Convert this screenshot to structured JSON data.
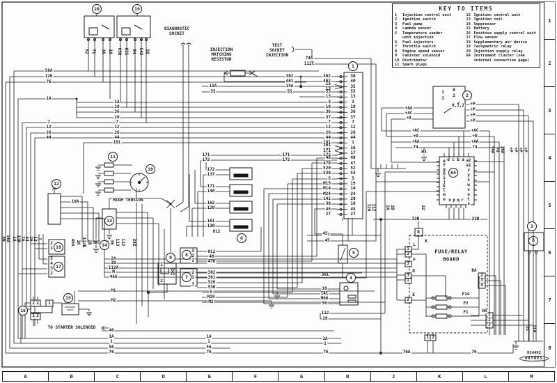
{
  "key_box": {
    "title": "KEY TO ITEMS",
    "col1": [
      {
        "n": "1",
        "t": "Injection control unit"
      },
      {
        "n": "2",
        "t": "Ignition switch"
      },
      {
        "n": "3",
        "t": "Fuel pump"
      },
      {
        "n": "4",
        "t": "Lambda sensor"
      },
      {
        "n": "5",
        "t": "Temperature sender\nunit injection"
      },
      {
        "n": "6",
        "t": "Fuel injectors"
      },
      {
        "n": "7",
        "t": "Throttle switch"
      },
      {
        "n": "8",
        "t": "Engine speed sensor"
      },
      {
        "n": "9",
        "t": "Canister solenoid"
      },
      {
        "n": "10",
        "t": "Distributor"
      },
      {
        "n": "11",
        "t": "Spark plugs"
      }
    ],
    "col2": [
      {
        "n": "12",
        "t": "Ignition control unit"
      },
      {
        "n": "13",
        "t": "Ignition coil"
      },
      {
        "n": "14",
        "t": "Suppressor"
      },
      {
        "n": "15",
        "t": "Battery"
      },
      {
        "n": "16",
        "t": "Positive supply control unit"
      },
      {
        "n": "17",
        "t": "Flow sensor"
      },
      {
        "n": "18",
        "t": "Supplementary air device"
      },
      {
        "n": "19",
        "t": "Tachymetric relay"
      },
      {
        "n": "20",
        "t": "Injection supply relay"
      },
      {
        "n": "64",
        "t": "Instrument cluster (see\ninternal connection page)"
      }
    ]
  },
  "grid": {
    "columns": [
      "A",
      "B",
      "C",
      "D",
      "E",
      "F",
      "G",
      "H",
      "J",
      "K",
      "L",
      "M"
    ],
    "rows": [
      "1",
      "2",
      "3",
      "4",
      "5",
      "6",
      "7",
      "8"
    ]
  },
  "stamp": {
    "code": "H24492",
    "brand": "HAYNES"
  },
  "ecu": {
    "rows": [
      {
        "w": [
          "302"
        ],
        "p": "30"
      },
      {
        "w": [
          "401"
        ],
        "p": "40"
      },
      {
        "w": [
          "15",
          "13"
        ],
        "p": "35"
      },
      {
        "w": [
          "55"
        ],
        "p": "55"
      },
      {
        "w": [
          "13"
        ],
        "p": "13"
      },
      {
        "w": [
          "3"
        ],
        "p": "3"
      },
      {
        "w": [
          "18"
        ],
        "p": "18"
      },
      {
        "w": [
          "36"
        ],
        "p": "36"
      },
      {
        "w": [
          "37"
        ],
        "p": "37"
      },
      {
        "w": [
          "7"
        ],
        "p": "7"
      },
      {
        "w": [
          "12"
        ],
        "p": "12"
      },
      {
        "w": [
          "26"
        ],
        "p": "26"
      },
      {
        "w": [
          "44"
        ],
        "p": "44"
      },
      {
        "w": [
          "181"
        ],
        "p": "1"
      },
      {
        "w": [
          "161",
          "162"
        ],
        "p": "16"
      },
      {
        "w": [
          "171",
          "172"
        ],
        "p": "17"
      },
      {
        "w": [
          "48"
        ],
        "p": "48"
      },
      {
        "w": [
          "470"
        ],
        "p": "47"
      },
      {
        "w": [
          "520"
        ],
        "p": "52"
      },
      {
        "w": [
          "530"
        ],
        "p": "53"
      },
      {
        "w": [
          "5"
        ],
        "p": "5"
      },
      {
        "w": [
          "M19"
        ],
        "p": "19"
      },
      {
        "w": [
          "M14"
        ],
        "p": "14"
      },
      {
        "w": [
          "M24"
        ],
        "p": "24"
      },
      {
        "w": [
          "141"
        ],
        "p": "20"
      },
      {
        "w": [
          "38"
        ],
        "p": "10"
      },
      {
        "w": [
          "45"
        ],
        "p": "45"
      },
      {
        "w": [
          "27"
        ],
        "p": "27"
      }
    ]
  },
  "circles": [
    [
      "20",
      139,
      13
    ],
    [
      "19",
      197,
      13
    ],
    [
      "1",
      507,
      95
    ],
    [
      "2",
      671,
      137
    ],
    [
      "3",
      764,
      325
    ],
    [
      "64",
      651,
      248
    ],
    [
      "11",
      162,
      225
    ],
    [
      "10",
      216,
      243
    ],
    [
      "12",
      81,
      264
    ],
    [
      "13",
      157,
      317
    ],
    [
      "14",
      150,
      352
    ],
    [
      "18",
      84,
      355
    ],
    [
      "17",
      84,
      383
    ],
    [
      "16",
      33,
      446
    ],
    [
      "15",
      98,
      428
    ],
    [
      "9",
      245,
      370
    ],
    [
      "8",
      268,
      366
    ],
    [
      "7",
      268,
      398
    ],
    [
      "6",
      347,
      342
    ],
    [
      "5",
      508,
      363
    ],
    [
      "4",
      504,
      399
    ]
  ],
  "labels": [
    [
      "DIAGNOSTIC",
      254,
      42
    ],
    [
      "SOCKET",
      254,
      49
    ],
    [
      "INJECTION",
      318,
      72
    ],
    [
      "MATCHING",
      318,
      79
    ],
    [
      "RESISTOR",
      318,
      86
    ],
    [
      "TEST",
      398,
      66
    ],
    [
      "SOCKET",
      398,
      73
    ],
    [
      "INJECTION",
      398,
      80
    ],
    [
      "74A",
      444,
      84
    ],
    [
      "112C",
      444,
      92
    ],
    [
      "82",
      124,
      74,
      1
    ],
    [
      "71",
      134,
      74,
      1
    ],
    [
      "36",
      148,
      74,
      1
    ],
    [
      "18",
      158,
      74,
      1
    ],
    [
      "656",
      171,
      74,
      1
    ],
    [
      "821",
      181,
      74,
      1
    ],
    [
      "84",
      192,
      74,
      1
    ],
    [
      "542",
      202,
      74,
      1
    ],
    [
      "58",
      211,
      74,
      1
    ],
    [
      "56A",
      70,
      102
    ],
    [
      "120",
      70,
      110
    ],
    [
      "76",
      70,
      118
    ],
    [
      "1A",
      70,
      142
    ],
    [
      "1A",
      168,
      147
    ],
    [
      "18",
      168,
      154
    ],
    [
      "36",
      168,
      161
    ],
    [
      "20",
      168,
      169
    ],
    [
      "7",
      70,
      176
    ],
    [
      "12",
      70,
      183
    ],
    [
      "26",
      70,
      191
    ],
    [
      "44",
      70,
      198
    ],
    [
      "7",
      168,
      176
    ],
    [
      "12",
      168,
      183
    ],
    [
      "26",
      168,
      191
    ],
    [
      "44",
      168,
      198
    ],
    [
      "181",
      168,
      205
    ],
    [
      "15A",
      306,
      124
    ],
    [
      "55",
      306,
      132
    ],
    [
      "302",
      416,
      110
    ],
    [
      "401",
      416,
      117
    ],
    [
      "15A",
      416,
      124
    ],
    [
      "55",
      416,
      132
    ],
    [
      "27",
      470,
      338
    ],
    [
      "45",
      470,
      346
    ],
    [
      "171",
      296,
      223
    ],
    [
      "172",
      296,
      230
    ],
    [
      "171",
      411,
      223
    ],
    [
      "172",
      411,
      230
    ],
    [
      "172",
      303,
      244
    ],
    [
      "137",
      303,
      251
    ],
    [
      "171",
      303,
      268
    ],
    [
      "140",
      303,
      275
    ],
    [
      "162",
      303,
      292
    ],
    [
      "120",
      303,
      299
    ],
    [
      "161",
      303,
      318
    ],
    [
      "130",
      303,
      325
    ],
    [
      "8L2",
      311,
      333
    ],
    [
      "10A",
      108,
      290
    ],
    [
      "HIGH TENSION",
      184,
      288
    ],
    [
      "8W",
      5,
      343,
      1
    ],
    [
      "56A",
      11,
      343,
      1
    ],
    [
      "1A",
      20,
      343,
      1
    ],
    [
      "12B",
      26,
      343,
      1
    ],
    [
      "76",
      32,
      343,
      1
    ],
    [
      "44",
      38,
      343,
      1
    ],
    [
      "26",
      44,
      343,
      1
    ],
    [
      "12",
      50,
      343,
      1
    ],
    [
      "7",
      56,
      343,
      1
    ],
    [
      "46A",
      104,
      348,
      1
    ],
    [
      "1K",
      112,
      348,
      1
    ],
    [
      "112B",
      120,
      348,
      1
    ],
    [
      "2B",
      128,
      348,
      1
    ],
    [
      "M",
      136,
      348,
      1
    ],
    [
      "2A",
      152,
      348,
      1
    ],
    [
      "36",
      160,
      348,
      1
    ],
    [
      "113",
      168,
      348,
      1
    ],
    [
      "112",
      176,
      348,
      1
    ],
    [
      "28Z",
      192,
      348,
      1
    ],
    [
      "3",
      277,
      361
    ],
    [
      "2",
      277,
      368
    ],
    [
      "1",
      277,
      375
    ],
    [
      "8L2",
      304,
      362
    ],
    [
      "48",
      304,
      369
    ],
    [
      "470",
      304,
      376
    ],
    [
      "2",
      277,
      392
    ],
    [
      "1",
      277,
      399
    ],
    [
      "3",
      277,
      409
    ],
    [
      "302",
      304,
      392
    ],
    [
      "301",
      304,
      399
    ],
    [
      "520",
      304,
      406
    ],
    [
      "530",
      304,
      413
    ],
    [
      "5",
      303,
      420
    ],
    [
      "M19",
      303,
      427
    ],
    [
      "M2",
      303,
      434
    ],
    [
      "1",
      232,
      381
    ],
    [
      "2",
      232,
      404
    ],
    [
      "2A",
      163,
      372
    ],
    [
      "2B",
      163,
      378
    ],
    [
      "112A",
      163,
      385
    ],
    [
      "M",
      163,
      391
    ],
    [
      "46A",
      163,
      398
    ],
    [
      "M1",
      163,
      418
    ],
    [
      "M2",
      163,
      432
    ],
    [
      "46",
      160,
      475
    ],
    [
      "1A",
      160,
      484
    ],
    [
      "1",
      160,
      491
    ],
    [
      "56",
      160,
      499
    ],
    [
      "76",
      160,
      506
    ],
    [
      "TO STARTER SOLENOID",
      103,
      471
    ],
    [
      "1",
      48,
      436
    ],
    [
      "2",
      54,
      436
    ],
    [
      "1",
      71,
      436
    ],
    [
      "1",
      48,
      454
    ],
    [
      "2",
      54,
      454
    ],
    [
      "2",
      74,
      350
    ],
    [
      "1",
      74,
      357
    ],
    [
      "5",
      74,
      372
    ],
    [
      "4",
      74,
      379
    ],
    [
      "3",
      74,
      386
    ],
    [
      "2",
      74,
      393
    ],
    [
      "45",
      467,
      336
    ],
    [
      "301",
      467,
      395
    ],
    [
      "10",
      466,
      415
    ],
    [
      "141",
      466,
      422
    ],
    [
      "M06",
      466,
      429
    ],
    [
      "56",
      466,
      436
    ],
    [
      "112",
      467,
      450
    ],
    [
      "28",
      467,
      458
    ],
    [
      "+AA",
      587,
      156
    ],
    [
      "+AC",
      587,
      163
    ],
    [
      "+D",
      587,
      170
    ],
    [
      "+P",
      679,
      150
    ],
    [
      "+P",
      679,
      158
    ],
    [
      "+P",
      679,
      166
    ],
    [
      "+P",
      679,
      174
    ],
    [
      "0",
      652,
      130
    ],
    [
      "1",
      636,
      133
    ],
    [
      "2",
      652,
      138
    ],
    [
      "3",
      636,
      142
    ],
    [
      "0,1,2",
      658,
      152
    ],
    [
      "+AC",
      597,
      188
    ],
    [
      "+D",
      597,
      196
    ],
    [
      "+AA",
      597,
      204
    ],
    [
      "74",
      597,
      212
    ],
    [
      "M3",
      609,
      219
    ],
    [
      "+AC",
      682,
      188
    ],
    [
      "+D",
      682,
      196
    ],
    [
      "+AA",
      682,
      204
    ],
    [
      "74",
      682,
      212
    ],
    [
      "+AA",
      707,
      215,
      1
    ],
    [
      "+D",
      714,
      215,
      1
    ],
    [
      "36A",
      721,
      215,
      1
    ],
    [
      "+P",
      733,
      215,
      1
    ],
    [
      "+P",
      740,
      215,
      1
    ],
    [
      "+P",
      747,
      215,
      1
    ],
    [
      "+P",
      754,
      215,
      1
    ],
    [
      "320",
      529,
      298,
      1
    ],
    [
      "112",
      536,
      298,
      1
    ],
    [
      "2A",
      556,
      298,
      1
    ],
    [
      "2B",
      563,
      298,
      1
    ],
    [
      "32",
      607,
      298,
      1
    ],
    [
      "32B",
      597,
      315
    ],
    [
      "32B",
      683,
      315
    ],
    [
      "d",
      644,
      230
    ],
    [
      "c",
      651,
      230
    ],
    [
      "b",
      658,
      230
    ],
    [
      "a",
      665,
      230
    ],
    [
      "a2",
      673,
      231
    ],
    [
      "e",
      638,
      232
    ],
    [
      "f",
      638,
      238
    ],
    [
      "g",
      638,
      244
    ],
    [
      "h",
      638,
      250
    ],
    [
      "i",
      638,
      256
    ],
    [
      "j",
      638,
      262
    ],
    [
      "k",
      638,
      268
    ],
    [
      "l",
      638,
      274
    ],
    [
      "m",
      638,
      280
    ],
    [
      "n",
      638,
      287
    ],
    [
      "a1",
      673,
      238
    ],
    [
      "z",
      673,
      245
    ],
    [
      "y",
      673,
      252
    ],
    [
      "x",
      673,
      259
    ],
    [
      "w",
      673,
      266
    ],
    [
      "v",
      673,
      273
    ],
    [
      "u",
      673,
      280
    ],
    [
      "t",
      673,
      287
    ],
    [
      "s",
      673,
      293
    ],
    [
      "o",
      646,
      288
    ],
    [
      "p",
      652,
      288
    ],
    [
      "q",
      658,
      288
    ],
    [
      "r",
      664,
      288
    ],
    [
      "FUSE/RELAY",
      648,
      362,
      0,
      1
    ],
    [
      "BOARD",
      648,
      373,
      0,
      1
    ],
    [
      "B",
      601,
      334
    ],
    [
      "K",
      612,
      347
    ],
    [
      "L",
      595,
      352
    ],
    [
      "1",
      586,
      358
    ],
    [
      "3",
      586,
      365
    ],
    [
      "F",
      595,
      374
    ],
    [
      "3",
      586,
      379
    ],
    [
      "D",
      594,
      390
    ],
    [
      "3",
      586,
      396
    ],
    [
      "1",
      586,
      403
    ],
    [
      "E",
      594,
      424
    ],
    [
      "2",
      586,
      431
    ],
    [
      "BA",
      681,
      389
    ],
    [
      "2",
      692,
      396
    ],
    [
      "3",
      692,
      403
    ],
    [
      "4",
      692,
      410
    ],
    [
      "F14",
      669,
      423
    ],
    [
      "F2",
      669,
      436
    ],
    [
      "F1",
      669,
      449
    ],
    [
      "HA",
      696,
      447
    ],
    [
      "1",
      703,
      453
    ],
    [
      "2",
      703,
      460
    ],
    [
      "3",
      703,
      467
    ],
    [
      "1",
      614,
      485
    ],
    [
      "2",
      622,
      485
    ],
    [
      "1A",
      300,
      484
    ],
    [
      "1",
      300,
      491
    ],
    [
      "56",
      300,
      499
    ],
    [
      "76",
      300,
      506
    ],
    [
      "1A",
      467,
      487
    ],
    [
      "1",
      467,
      494
    ],
    [
      "76",
      468,
      506
    ],
    [
      "76A",
      584,
      506
    ],
    [
      "76",
      681,
      506
    ],
    [
      "B",
      766,
      346
    ],
    [
      "2C",
      757,
      472,
      1
    ],
    [
      "5C4",
      767,
      472,
      1
    ]
  ]
}
